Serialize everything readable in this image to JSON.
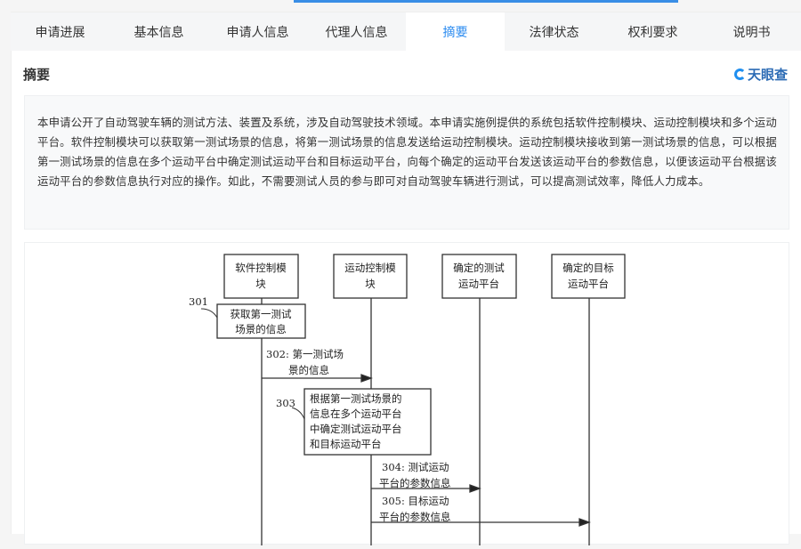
{
  "tabs": [
    "申请进展",
    "基本信息",
    "申请人信息",
    "代理人信息",
    "摘要",
    "法律状态",
    "权利要求",
    "说明书"
  ],
  "active_tab": "摘要",
  "section_title": "摘要",
  "brand": "天眼查",
  "abstract": "本申请公开了自动驾驶车辆的测试方法、装置及系统，涉及自动驾驶技术领域。本申请实施例提供的系统包括软件控制模块、运动控制模块和多个运动平台。软件控制模块可以获取第一测试场景的信息，将第一测试场景的信息发送给运动控制模块。运动控制模块接收到第一测试场景的信息，可以根据第一测试场景的信息在多个运动平台中确定测试运动平台和目标运动平台，向每个确定的运动平台发送该运动平台的参数信息，以便该运动平台根据该运动平台的参数信息执行对应的操作。如此，不需要测试人员的参与即可对自动驾驶车辆进行测试，可以提高测试效率，降低人力成本。",
  "diagram": {
    "actors": [
      [
        "软件控制模",
        "块"
      ],
      [
        "运动控制模",
        "块"
      ],
      [
        "确定的测试",
        "运动平台"
      ],
      [
        "确定的目标",
        "运动平台"
      ]
    ],
    "step301": {
      "num": "301",
      "text": [
        "获取第一测试",
        "场景的信息"
      ]
    },
    "step302": [
      "302:  第一测试场",
      "景的信息"
    ],
    "step303": {
      "num": "303",
      "text": [
        "根据第一测试场景的",
        "信息在多个运动平台",
        "中确定测试运动平台",
        "和目标运动平台"
      ]
    },
    "step304": [
      "304:  测试运动",
      "平台的参数信息"
    ],
    "step305": [
      "305:  目标运动",
      "平台的参数信息"
    ]
  }
}
